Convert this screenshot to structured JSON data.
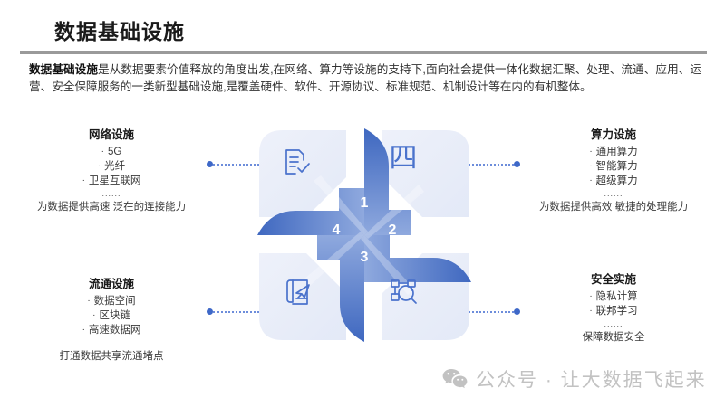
{
  "header": {
    "title": "数据基础设施"
  },
  "intro": {
    "lead": "数据基础设施",
    "body": "是从数据要素价值释放的角度出发,在网络、算力等设施的支持下,面向社会提供一体化数据汇聚、处理、流通、应用、运营、安全保障服务的一类新型基础设施,是覆盖硬件、软件、开源协议、标准规范、机制设计等在内的有机整体。"
  },
  "quadrants": [
    {
      "id": "network",
      "title": "网络设施",
      "items": [
        "5G",
        "光纤",
        "卫星互联网"
      ],
      "ellipsis": "......",
      "caption": "为数据提供高速 泛在的连接能力"
    },
    {
      "id": "computing",
      "title": "算力设施",
      "items": [
        "通用算力",
        "智能算力",
        "超级算力"
      ],
      "ellipsis": "......",
      "caption": "为数据提供高效 敏捷的处理能力"
    },
    {
      "id": "circulation",
      "title": "流通设施",
      "items": [
        "数据空间",
        "区块链",
        "高速数据网"
      ],
      "ellipsis": "......",
      "caption": "打通数据共享流通堵点"
    },
    {
      "id": "security",
      "title": "安全实施",
      "items": [
        "隐私计算",
        "联邦学习"
      ],
      "ellipsis": "......",
      "caption": "保障数据安全"
    }
  ],
  "diagram": {
    "blades": [
      {
        "number": "1",
        "position": "top"
      },
      {
        "number": "2",
        "position": "right"
      },
      {
        "number": "3",
        "position": "bottom"
      },
      {
        "number": "4",
        "position": "left"
      }
    ],
    "panels": [
      {
        "position": "top-left",
        "icon": "document-check-icon"
      },
      {
        "position": "top-right",
        "icon": "four-character-glyph",
        "glyph": "四"
      },
      {
        "position": "bottom-left",
        "icon": "document-send-icon"
      },
      {
        "position": "bottom-right",
        "icon": "data-scan-icon"
      }
    ],
    "bullet": "·"
  },
  "colors": {
    "blade_dark": "#4472c4",
    "blade_light": "#8fa9de",
    "panel_bg": "#e9edf8",
    "icon_blue": "#4a72cc",
    "connector_dot": "#3e68c8",
    "rule_gray": "#9a9a9a",
    "watermark_gray": "#c2c2c2"
  },
  "watermark": {
    "icon": "wechat-icon",
    "text": "公众号 · 让大数据飞起来"
  }
}
